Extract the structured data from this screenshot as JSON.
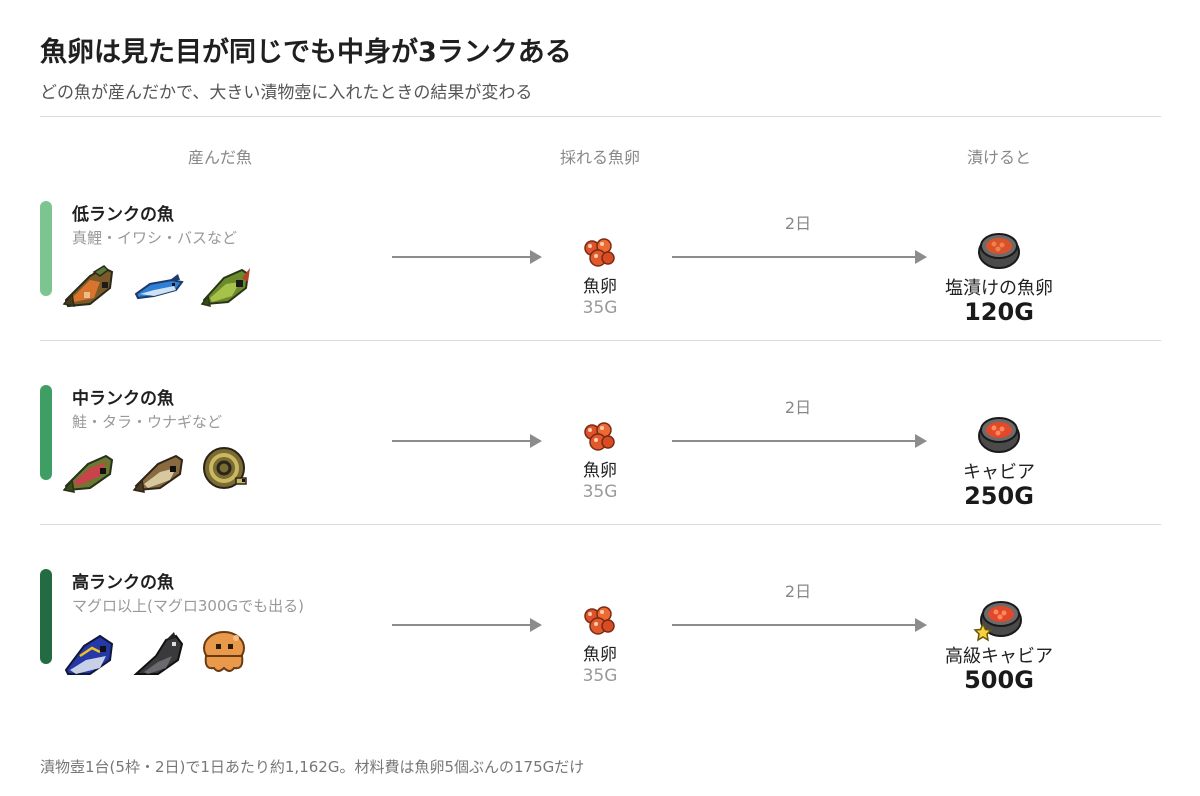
{
  "title": "魚卵は見た目が同じでも中身が3ランクある",
  "subtitle": "どの魚が産んだかで、大きい漬物壺に入れたときの結果が変わる",
  "columns": {
    "fish": "産んだ魚",
    "roe": "採れる魚卵",
    "result": "漬けると"
  },
  "colors": {
    "low": "#7cc591",
    "mid": "#3f9e63",
    "high": "#236b43",
    "arrow": "#8c8c8c"
  },
  "rows": [
    {
      "rank": "低ランクの魚",
      "examples": "真鯉・イワシ・バスなど",
      "fish_icons": [
        "carp-icon",
        "sardine-icon",
        "bass-icon"
      ],
      "roe": {
        "name": "魚卵",
        "price": "35G",
        "icon": "roe-icon"
      },
      "days": "2日",
      "result": {
        "name": "塩漬けの魚卵",
        "price": "120G",
        "icon": "pot-icon",
        "star": false
      }
    },
    {
      "rank": "中ランクの魚",
      "examples": "鮭・タラ・ウナギなど",
      "fish_icons": [
        "salmon-icon",
        "cod-icon",
        "eel-icon"
      ],
      "roe": {
        "name": "魚卵",
        "price": "35G",
        "icon": "roe-icon"
      },
      "days": "2日",
      "result": {
        "name": "キャビア",
        "price": "250G",
        "icon": "pot-icon",
        "star": false
      }
    },
    {
      "rank": "高ランクの魚",
      "examples": "マグロ以上(マグロ300Gでも出る)",
      "fish_icons": [
        "tuna-icon",
        "sturgeon-icon",
        "octopus-icon"
      ],
      "roe": {
        "name": "魚卵",
        "price": "35G",
        "icon": "roe-icon"
      },
      "days": "2日",
      "result": {
        "name": "高級キャビア",
        "price": "500G",
        "icon": "pot-star-icon",
        "star": true
      }
    }
  ],
  "footnote": "漬物壺1台(5枠・2日)で1日あたり約1,162G。材料費は魚卵5個ぶんの175Gだけ"
}
